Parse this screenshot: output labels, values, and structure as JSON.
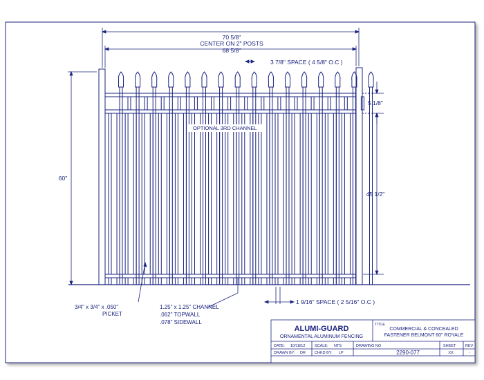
{
  "dimensions": {
    "overall_width": "70 5/8\"",
    "overall_width_note": "CENTER ON 2\" POSTS",
    "panel_width": "68 5/8\"",
    "picket_space_top": "3 7/8\" SPACE ( 4 5/8\" O.C )",
    "top_channel_gap": "5 1/8\"",
    "height": "60\"",
    "picket_height": "45 1/2\"",
    "picket_space_bottom": "1 9/16\" SPACE ( 2 5/16\" O.C )"
  },
  "labels": {
    "optional_channel": "OPTIONAL 3RD CHANNEL",
    "picket": "3/4\" x 3/4\" x .050\"",
    "picket_caption": "PICKET",
    "channel": "1.25\" x 1.25\" CHANNEL",
    "topwall": ".062\" TOPWALL",
    "sidewall": ".078\" SIDEWALL"
  },
  "title_block": {
    "brand": "ALUMI-GUARD",
    "subtitle": "ORNAMENTAL ALUMINUM FENCING",
    "title_label": "TITLE",
    "title_line1": "COMMERCIAL & CONCEALED",
    "title_line2": "FASTENER BELMONT 60\" ROYALE",
    "date_label": "DATE:",
    "date_value": "10/18/12",
    "scale_label": "SCALE:",
    "scale_value": "NTS",
    "drawing_no_label": "DRAWING NO",
    "drawing_no_value": "2290-077",
    "drawn_by_label": "DRAWN BY:",
    "drawn_by_value": "DR",
    "chkd_by_label": "CHKD BY:",
    "chkd_by_value": "LP",
    "sheet_label": "SHEET",
    "sheet_value": "XX",
    "rev_label": "REV",
    "rev_value": "-"
  },
  "colors": {
    "line": "#1a237e",
    "paper": "#ffffff"
  }
}
